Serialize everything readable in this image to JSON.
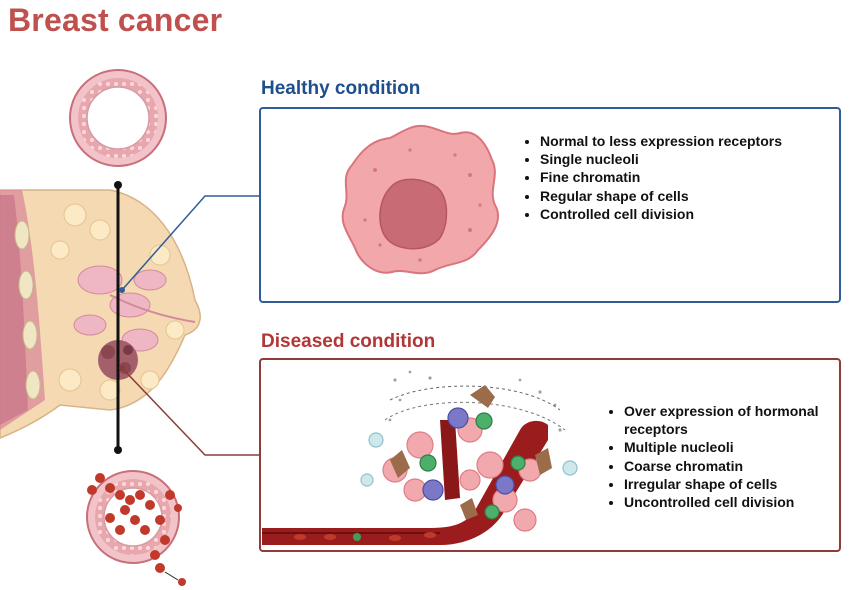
{
  "title": "Breast cancer",
  "healthy": {
    "heading": "Healthy condition",
    "bullets": [
      "Normal to less expression receptors",
      "Single nucleoli",
      "Fine chromatin",
      "Regular shape of cells",
      "Controlled cell division"
    ]
  },
  "diseased": {
    "heading": "Diseased condition",
    "bullets": [
      "Over expression of hormonal receptors",
      "Multiple nucleoli",
      "Coarse chromatin",
      "Irregular shape of cells",
      "Uncontrolled cell division"
    ]
  },
  "colors": {
    "title": "#c0504d",
    "healthy_accent": "#1f4e8c",
    "diseased_accent": "#b33636"
  }
}
